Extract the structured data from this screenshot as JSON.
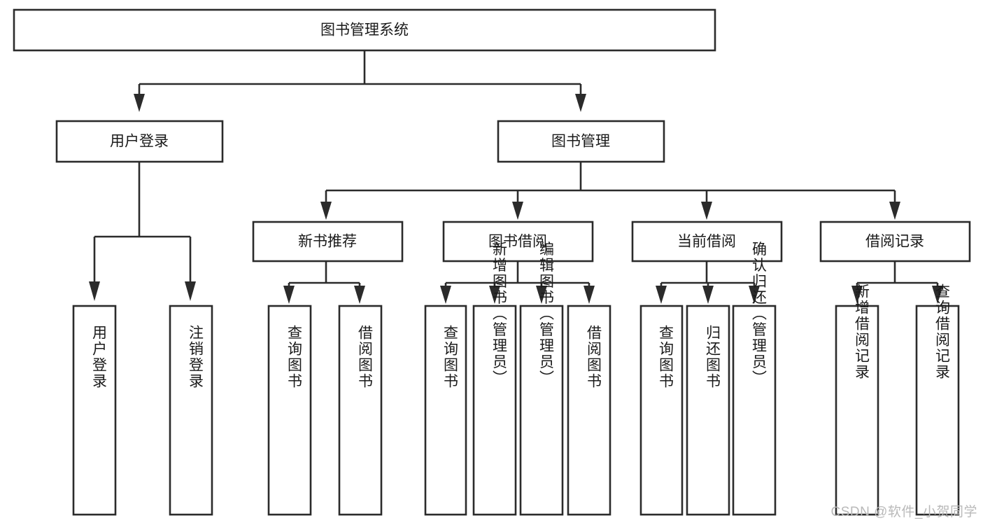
{
  "diagram": {
    "type": "hierarchy-tree",
    "title": "图书管理系统",
    "orientation": "top-down",
    "watermark": "CSDN @软件_小贺同学",
    "colors": {
      "stroke": "#2b2b2b",
      "fill": "#ffffff",
      "text": "#1a1a1a",
      "watermark": "#b9b9b9"
    },
    "nodes": {
      "root": {
        "label": "图书管理系统"
      },
      "level1": [
        {
          "id": "user-login",
          "label": "用户登录"
        },
        {
          "id": "book-manage",
          "label": "图书管理"
        }
      ],
      "level2": [
        {
          "id": "new-book-rec",
          "label": "新书推荐"
        },
        {
          "id": "book-borrow",
          "label": "图书借阅"
        },
        {
          "id": "current-borrow",
          "label": "当前借阅"
        },
        {
          "id": "borrow-record",
          "label": "借阅记录"
        }
      ],
      "leaves": {
        "user-login": [
          {
            "id": "leaf-user-login",
            "label": "用户登录"
          },
          {
            "id": "leaf-logout-login",
            "label": "注销登录"
          }
        ],
        "new-book-rec": [
          {
            "id": "leaf-query-book-1",
            "label": "查询图书"
          },
          {
            "id": "leaf-borrow-book-1",
            "label": "借阅图书"
          }
        ],
        "book-borrow": [
          {
            "id": "leaf-query-book-2",
            "label": "查询图书"
          },
          {
            "id": "leaf-add-book",
            "label": "新增图书（管理员）"
          },
          {
            "id": "leaf-edit-book",
            "label": "编辑图书（管理员）"
          },
          {
            "id": "leaf-borrow-book-2",
            "label": "借阅图书"
          }
        ],
        "current-borrow": [
          {
            "id": "leaf-query-book-3",
            "label": "查询图书"
          },
          {
            "id": "leaf-return-book",
            "label": "归还图书"
          },
          {
            "id": "leaf-confirm-return",
            "label": "确认归还（管理员）"
          }
        ],
        "borrow-record": [
          {
            "id": "leaf-add-record",
            "label": "新增借阅记录"
          },
          {
            "id": "leaf-query-record",
            "label": "查询借阅记录"
          }
        ]
      }
    }
  }
}
